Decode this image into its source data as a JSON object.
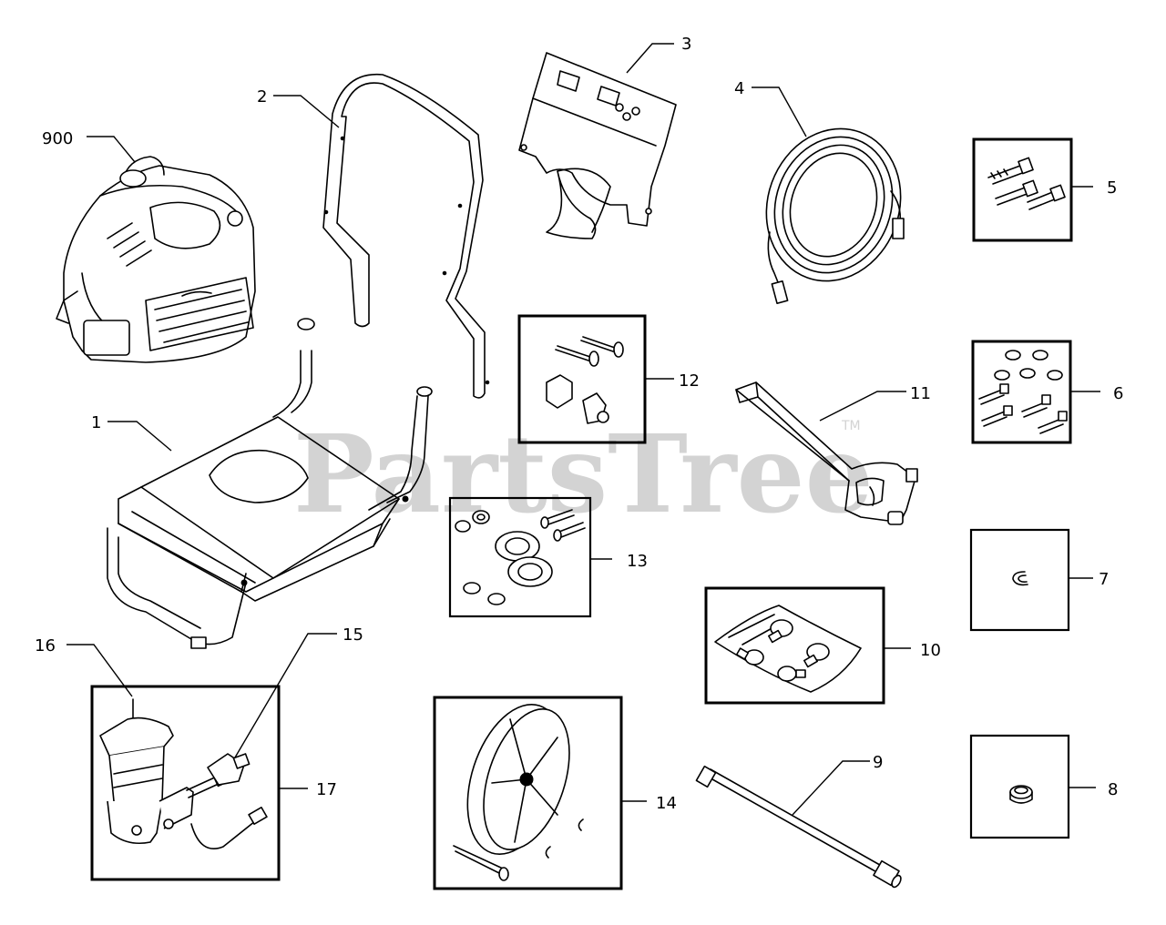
{
  "watermark": {
    "brand": "PartsTree",
    "tm": "TM"
  },
  "callouts": {
    "c900": "900",
    "c1": "1",
    "c2": "2",
    "c3": "3",
    "c4": "4",
    "c5": "5",
    "c6": "6",
    "c7": "7",
    "c8": "8",
    "c9": "9",
    "c10": "10",
    "c11": "11",
    "c12": "12",
    "c13": "13",
    "c14": "14",
    "c15": "15",
    "c16": "16",
    "c17": "17"
  }
}
